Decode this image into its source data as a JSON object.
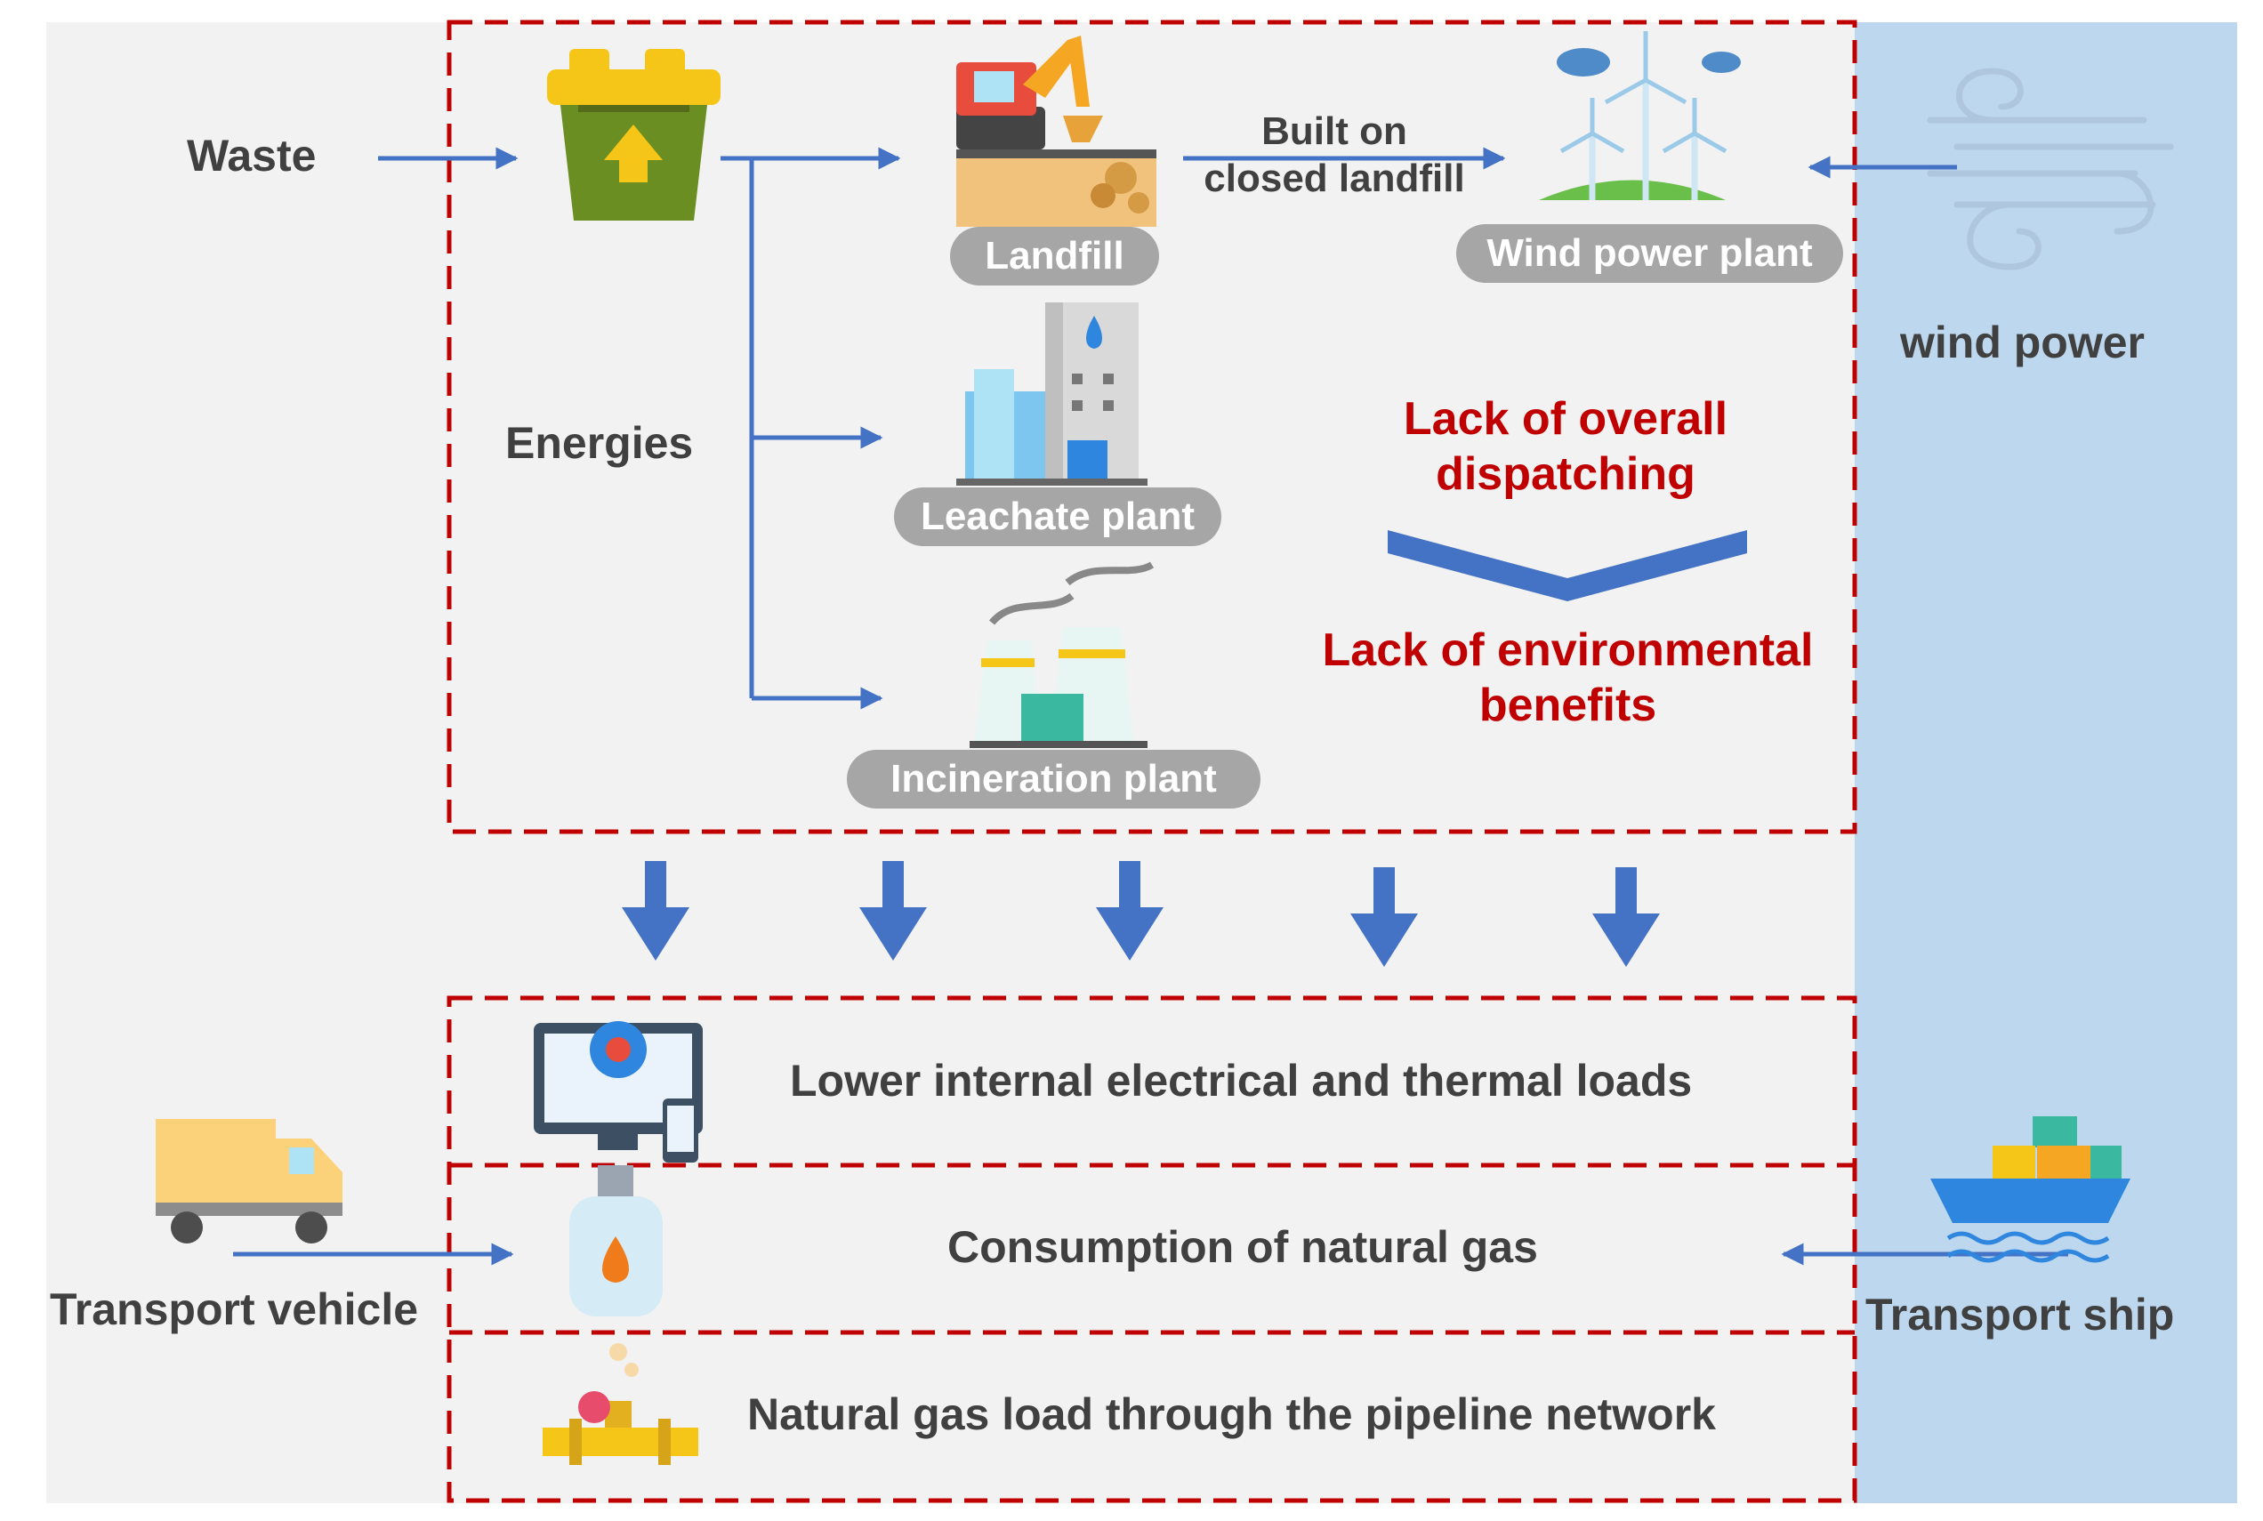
{
  "inputs": {
    "waste": "Waste",
    "energies": "Energies",
    "built_on": [
      "Built on",
      "closed landfill"
    ],
    "wind_power": "wind power"
  },
  "facilities": {
    "landfill": "Landfill",
    "wind_plant": "Wind power plant",
    "leachate_plant": "Leachate plant",
    "incineration_plant": "Incineration plant"
  },
  "issues": {
    "dispatching": [
      "Lack of overall",
      "dispatching"
    ],
    "environment": [
      "Lack of environmental",
      "benefits"
    ]
  },
  "loads": {
    "electrical_thermal": "Lower internal electrical and thermal loads",
    "natural_gas": "Consumption of natural gas",
    "pipeline": "Natural gas load through the pipeline network"
  },
  "transport": {
    "vehicle": "Transport vehicle",
    "ship": "Transport ship"
  },
  "colors": {
    "panel_bg": "#f2f2f2",
    "wind_bg": "#bdd7ee",
    "dashed_border": "#c00000",
    "arrow": "#4472c4",
    "pill": "#a6a6a6",
    "issue_text": "#c00000",
    "label_text": "#404040"
  }
}
